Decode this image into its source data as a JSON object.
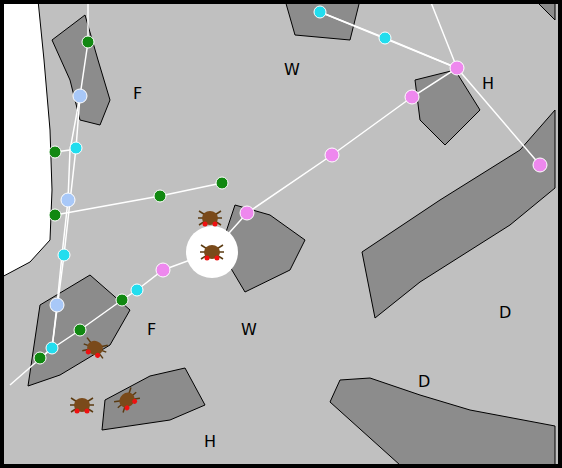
{
  "diagram": {
    "labels": [
      "W",
      "H",
      "F",
      "D",
      "F",
      "W",
      "D",
      "H"
    ]
  }
}
